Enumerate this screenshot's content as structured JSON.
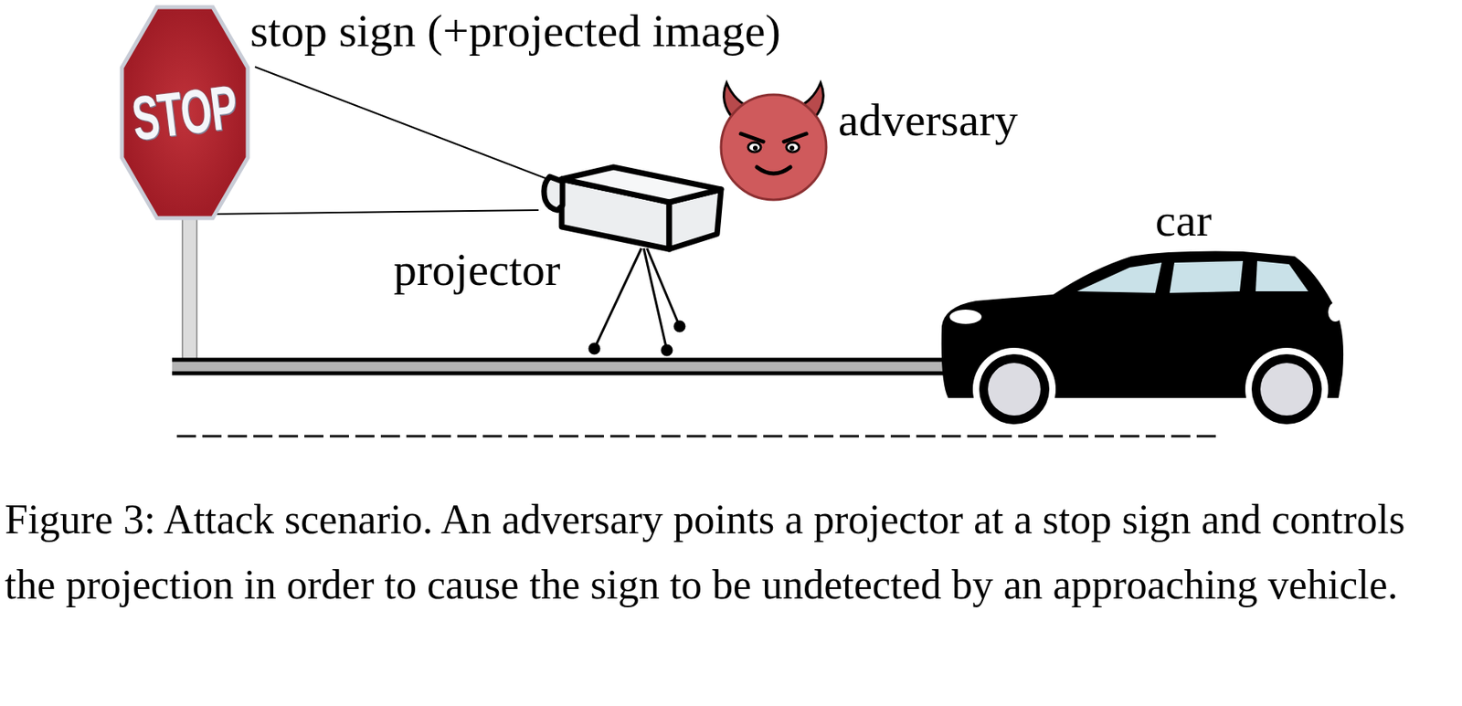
{
  "diagram": {
    "caption": "Figure 3: Attack scenario. An adversary points a projector at a stop sign and controls the projection in order to cause the sign to be undetected by an approaching vehicle.",
    "nodes": [
      {
        "text": [
          "STOP"
        ]
      }
    ],
    "labels": [
      "stop sign (+projected image)",
      "adversary",
      "projector",
      "car"
    ]
  }
}
